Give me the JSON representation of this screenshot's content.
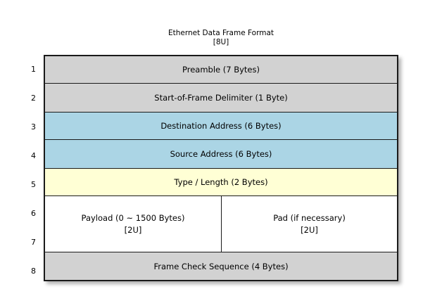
{
  "diagram": {
    "title": "Ethernet Data Frame Format",
    "subtitle": "[8U]",
    "colors": {
      "grey": "#d2d2d2",
      "blue": "#abd5e5",
      "yellow": "#ffffd5",
      "white": "#ffffff",
      "border": "#1a1a1a",
      "background": "#ffffff"
    },
    "row_numbers": [
      "1",
      "2",
      "3",
      "4",
      "5",
      "6",
      "7",
      "8"
    ],
    "rows": [
      {
        "number": "1",
        "label": "Preamble (7 Bytes)",
        "fill": "grey"
      },
      {
        "number": "2",
        "label": "Start-of-Frame Delimiter (1 Byte)",
        "fill": "grey"
      },
      {
        "number": "3",
        "label": "Destination Address (6 Bytes)",
        "fill": "blue"
      },
      {
        "number": "4",
        "label": "Source Address (6 Bytes)",
        "fill": "blue"
      },
      {
        "number": "5",
        "label": "Type / Length (2 Bytes)",
        "fill": "yellow"
      },
      {
        "number": "6-7",
        "fill": "white",
        "split": true,
        "left": {
          "label": "Payload (0 ~ 1500 Bytes)",
          "sub": "[2U]"
        },
        "right": {
          "label": "Pad (if necessary)",
          "sub": "[2U]"
        }
      },
      {
        "number": "8",
        "label": "Frame Check Sequence (4 Bytes)",
        "fill": "grey"
      }
    ]
  }
}
